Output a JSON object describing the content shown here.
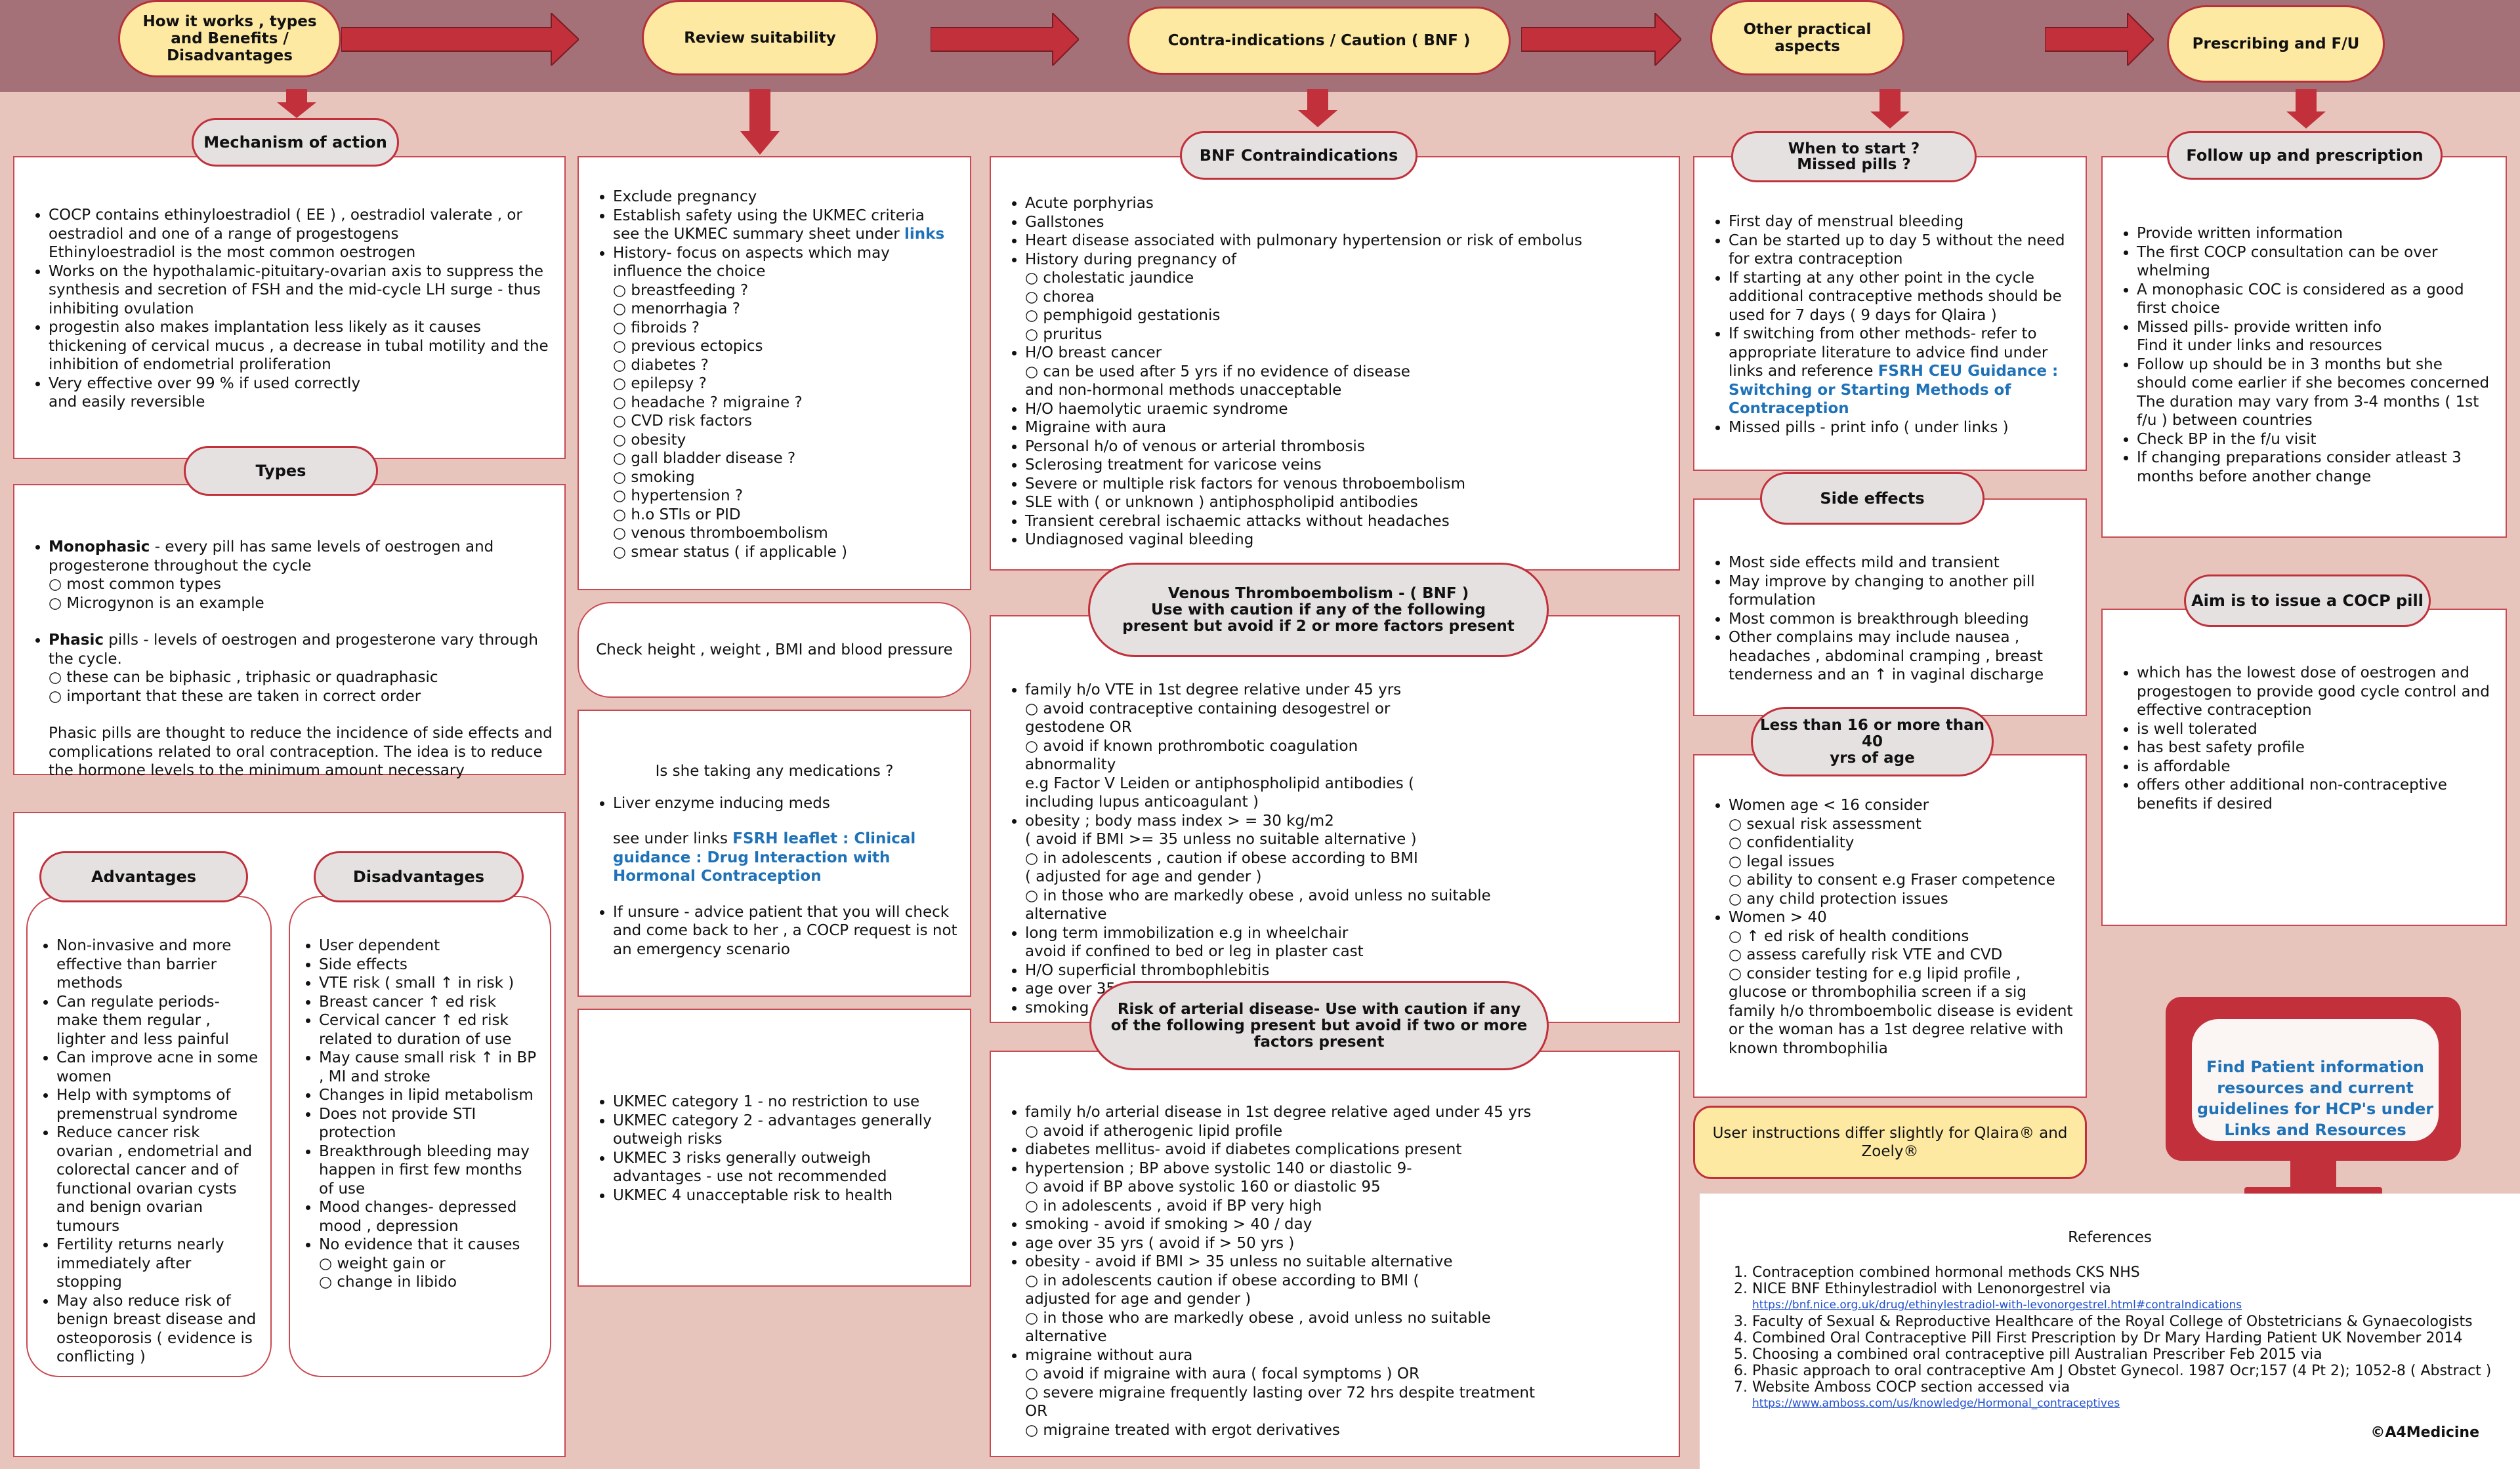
{
  "header": {
    "steps": [
      "How it works , types\nand Benefits / Disadvantages",
      "Review suitability",
      "Contra-indications / Caution ( BNF )",
      "Other practical aspects",
      "Prescribing and F/U"
    ]
  },
  "colors": {
    "banner": "#a47179",
    "background": "#e8c5bc",
    "arrow": "#c1303b",
    "pill_top": "#fde9a2",
    "pill_section": "#e5e1e1",
    "link": "#1f72b8"
  },
  "col1": {
    "mechanism": {
      "title": "Mechanism of action",
      "items": [
        "COCP contains ethinyloestradiol ( EE ) , oestradiol valerate , or oestradiol and one of a range of progestogens\nEthinyloestradiol is the most common oestrogen",
        "Works on the hypothalamic-pituitary-ovarian axis to suppress the synthesis and secretion of FSH and the mid-cycle LH surge - thus inhibiting ovulation",
        "progestin also makes implantation less likely as it causes thickening of cervical mucus , a decrease in tubal motility and the inhibition of endometrial proliferation",
        "Very effective  over 99 % if used correctly\nand easily reversible"
      ]
    },
    "types": {
      "title": "Types",
      "mono_term": "Monophasic",
      "mono_text": " - every pill has same levels of oestrogen and progesterone throughout the cycle",
      "mono_sub": [
        "most common types",
        "Microgynon is an example"
      ],
      "phasic_term": "Phasic",
      "phasic_text": " pills - levels of oestrogen and progesterone vary through the cycle.",
      "phasic_sub": [
        "these can be biphasic , triphasic or quadraphasic",
        "important that these are taken in correct order"
      ],
      "note": "Phasic pills are thought to reduce the incidence of side effects and complications related to oral contraception. The idea is to reduce the hormone levels to the minimum amount necessary"
    },
    "advantages": {
      "title": "Advantages",
      "items": [
        "Non-invasive and more effective than barrier methods",
        "Can regulate periods- make them regular , lighter and less painful",
        "Can improve acne in some women",
        "Help with symptoms of premenstrual syndrome",
        "Reduce cancer risk ovarian , endometrial and colorectal cancer and of functional ovarian cysts and benign ovarian tumours",
        "Fertility returns nearly immediately after stopping",
        "May also reduce risk of benign breast disease and osteoporosis ( evidence is conflicting )"
      ]
    },
    "disadvantages": {
      "title": "Disadvantages",
      "items": [
        "User dependent",
        "Side effects",
        "VTE risk ( small ↑ in risk )",
        "Breast cancer ↑ ed risk",
        "Cervical cancer ↑ ed risk related to duration of use",
        "May cause small risk ↑ in BP , MI and stroke",
        "Changes in lipid metabolism",
        "Does not provide STI protection",
        "Breakthrough bleeding may happen in first few months of use",
        "Mood changes- depressed mood , depression",
        "No evidence that it causes"
      ],
      "sub": [
        "weight gain or",
        "change in libido"
      ]
    }
  },
  "col2": {
    "suitability": {
      "items_top": [
        "Exclude pregnancy",
        "Establish safety using the UKMEC criteria\nsee the UKMEC summary sheet under "
      ],
      "link": "links",
      "history": "History- focus on aspects which may influence the choice",
      "sub": [
        "breastfeeding ?",
        "menorrhagia ?",
        "fibroids ?",
        "previous ectopics",
        "diabetes ?",
        "epilepsy ?",
        "headache ? migraine ?",
        "CVD risk factors",
        "obesity",
        "gall bladder disease ?",
        "smoking",
        "hypertension ?",
        "h.o STIs or PID",
        "venous thromboembolism",
        "smear status ( if applicable )"
      ]
    },
    "check": "Check height , weight , BMI and blood pressure",
    "medications": {
      "question": "Is she taking any medications ?",
      "liver": "Liver enzyme inducing meds",
      "see_under": "see under links ",
      "leaflet": "FSRH leaflet : Clinical guidance : Drug Interaction with Hormonal Contraception",
      "unsure": "If unsure - advice patient that you will check and come back to her , a COCP request is not an emergency scenario"
    },
    "ukmec": [
      "UKMEC category 1 - no restriction to use",
      "UKMEC category 2 - advantages generally outweigh risks",
      "UKMEC 3 risks generally outweigh advantages - use not recommended",
      "UKMEC 4 unacceptable risk to health"
    ]
  },
  "col3": {
    "bnf": {
      "title": "BNF Contraindications",
      "items_a": [
        "Acute porphyrias",
        "Gallstones",
        "Heart disease associated with pulmonary hypertension or risk of embolus",
        "History during pregnancy of"
      ],
      "sub_a": [
        "cholestatic jaundice",
        "chorea",
        "pemphigoid gestationis",
        "pruritus"
      ],
      "item_breast": "H/O breast cancer",
      "sub_breast": "can be used after 5 yrs if no evidence of disease and non-hormonal methods unacceptable",
      "items_b": [
        "H/O haemolytic uraemic syndrome",
        "Migraine with aura",
        "Personal h/o of venous or arterial thrombosis",
        "Sclerosing treatment for varicose veins",
        "Severe or multiple risk factors for venous throboembolism",
        "SLE with ( or unknown ) antiphospholipid antibodies",
        "Transient cerebral ischaemic attacks without headaches",
        "Undiagnosed vaginal bleeding"
      ]
    },
    "vte": {
      "title": "Venous Thromboembolism - ( BNF )\nUse with caution if any of the following\npresent but avoid if 2 or more factors present",
      "fh": "family h/o VTE in 1st degree relative under 45 yrs",
      "fh_sub": [
        "avoid contraceptive containing desogestrel or gestodene OR",
        "avoid if known prothrombotic coagulation abnormality\ne.g Factor V Leiden or antiphospholipid antibodies ( including lupus anticoagulant )"
      ],
      "obesity": "obesity ; body mass index > = 30 kg/m2\n( avoid if BMI >= 35 unless no suitable alternative )",
      "obesity_sub": [
        "in adolescents , caution if obese according to BMI ( adjusted for age and gender )",
        "in those who are markedly obese , avoid unless no suitable alternative"
      ],
      "tail": [
        "long term immobilization e.g in wheelchair\navoid if confined to bed or leg in plaster cast",
        "H/O superficial thrombophlebitis",
        "age over 35 ( avoid if over 50 )",
        "smoking"
      ]
    },
    "arterial": {
      "title": "Risk of arterial disease- Use with caution if any\nof the following present but avoid if two or more\nfactors present",
      "fh": "family h/o arterial disease in 1st degree relative aged under 45 yrs",
      "fh_sub": "avoid if atherogenic lipid profile",
      "diabetes": "diabetes mellitus- avoid if diabetes complications present",
      "htn": "hypertension ; BP above systolic 140 or diastolic 9-",
      "htn_sub": [
        "avoid if BP above systolic 160 or diastolic 95",
        "in adolescents , avoid if BP very high"
      ],
      "mid": [
        "smoking - avoid if smoking > 40 / day",
        "age over 35 yrs ( avoid if > 50 yrs )",
        "obesity - avoid if BMI > 35 unless no suitable alternative"
      ],
      "obesity_sub": [
        "in adolescents caution if obese according to BMI ( adjusted for age and gender )",
        " in those who are markedly obese , avoid unless no suitable alternative"
      ],
      "migraine": "migraine without aura",
      "migraine_sub": [
        "avoid if migraine with aura ( focal symptoms ) OR",
        "severe migraine frequently lasting over 72 hrs despite treatment OR",
        "migraine treated with ergot derivatives"
      ]
    }
  },
  "col4": {
    "when": {
      "title": "When to start ?\nMissed pills ?",
      "items": [
        "First day of menstrual bleeding",
        "Can be started up to day 5 without the need for extra contraception",
        "If starting at any other point in the cycle additional contraceptive methods should be used for 7 days ( 9 days for Qlaira )"
      ],
      "switch": "If switching from other methods- refer to appropriate literature to advice find under links and reference ",
      "switch_link": "FSRH CEU Guidance : Switching or Starting Methods of Contraception",
      "missed": "Missed pills - print info ( under links )"
    },
    "side_effects": {
      "title": "Side effects",
      "items": [
        "Most side effects mild and transient",
        "May improve by changing to another pill formulation",
        "Most common is breakthrough bleeding",
        "Other complains may include nausea , headaches  , abdominal cramping , breast tenderness and an ↑ in vaginal discharge"
      ]
    },
    "age": {
      "title": "Less than 16 or more than 40\nyrs of age",
      "under16": "Women age < 16 consider",
      "under16_sub": [
        "sexual risk assessment",
        "confidentiality",
        "legal issues",
        "ability to consent e.g Fraser competence",
        "any child protection issues"
      ],
      "over40": "Women > 40",
      "over40_sub": [
        "↑ ed risk of health conditions",
        "assess carefully risk VTE and CVD",
        "consider testing for e.g lipid profile , glucose or thrombophilia screen if a sig family h/o thromboembolic disease is evident or the woman has a 1st degree relative with known thrombophilia"
      ]
    },
    "user_instructions": "User instructions differ slightly for Qlaira® and Zoely®"
  },
  "col5": {
    "followup": {
      "title": "Follow up and prescription",
      "items": [
        "Provide written information",
        "The first COCP consultation can be over whelming",
        "A monophasic COC is considered as a good first choice",
        "Missed pills- provide written info\nFind it under links and resources",
        "Follow up should be in 3 months but she should come earlier if she becomes concerned\nThe duration may vary from 3-4 months ( 1st f/u ) between countries",
        "Check BP in the f/u visit",
        "If changing preparations consider atleast 3 months before another change"
      ]
    },
    "aim": {
      "title": "Aim is to issue a COCP pill",
      "items": [
        "which has the lowest dose of oestrogen and progestogen to provide good cycle control and effective contraception",
        "is well tolerated",
        "has best safety profile",
        "is affordable",
        "offers other additional non-contraceptive benefits if desired"
      ]
    },
    "monitor_text": "Find Patient information resources and current guidelines for HCP's under Links and Resources"
  },
  "references": {
    "title": "References",
    "items": [
      "Contraception combined hormonal methods CKS NHS",
      "NICE BNF Ethinylestradiol with Lenonorgestrel via",
      "Faculty of Sexual & Reproductive Healthcare of the Royal College of Obstetricians & Gynaecologists",
      "Combined Oral Contraceptive Pill First Prescription by Dr Mary Harding Patient UK November 2014",
      "Choosing a combined oral contraceptive pill Australian Prescriber Feb 2015 via",
      "Phasic approach to oral contraceptive Am J Obstet Gynecol. 1987 Ocr;157 (4 Pt 2); 1052-8 ( Abstract )",
      "Website Amboss COCP section accessed via"
    ],
    "url_bnf": "https://bnf.nice.org.uk/drug/ethinylestradiol-with-levonorgestrel.html#contraIndications",
    "url_amboss": "https://www.amboss.com/us/knowledge/Hormonal_contraceptives"
  },
  "copyright": "©A4Medicine"
}
